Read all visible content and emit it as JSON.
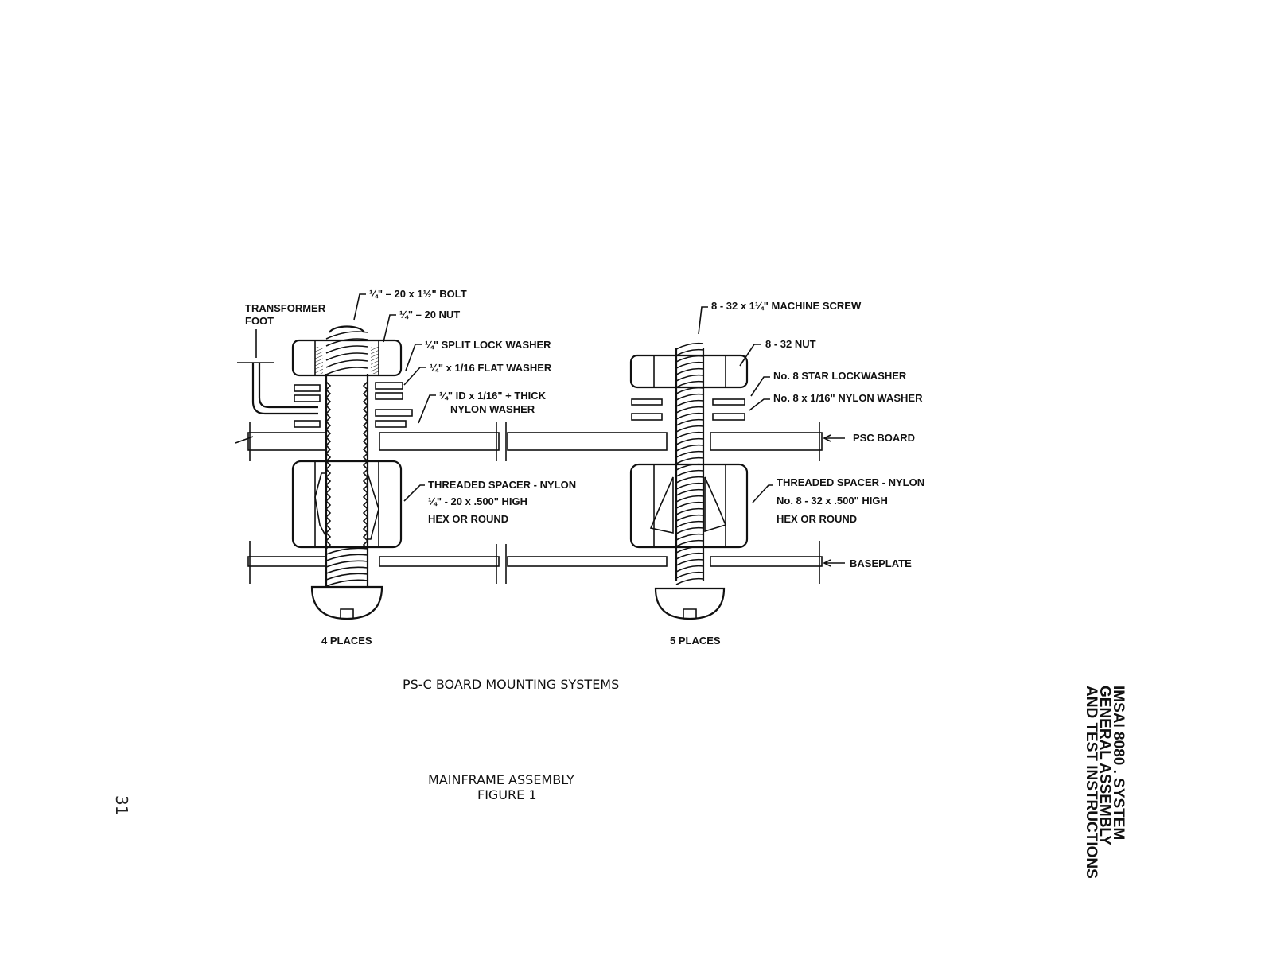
{
  "left_assembly": {
    "labels": {
      "transformer_foot": [
        "TRANSFORMER",
        "FOOT"
      ],
      "bolt": "¼\" – 20 x 1½\" BOLT",
      "nut": "¼\" – 20 NUT",
      "split_lock_washer": "¼\" SPLIT LOCK WASHER",
      "flat_washer": "¼\" x 1/16 FLAT WASHER",
      "nylon_washer": [
        "¼\" ID x 1/16\" + THICK",
        "NYLON WASHER"
      ],
      "spacer": [
        "THREADED SPACER - NYLON",
        "¼\" - 20 x .500\" HIGH",
        "HEX OR ROUND"
      ],
      "places": "4 PLACES"
    }
  },
  "right_assembly": {
    "labels": {
      "machine_screw": "8 - 32 x 1¼\" MACHINE SCREW",
      "nut": "8 - 32 NUT",
      "star_lockwasher": "No. 8 STAR LOCKWASHER",
      "nylon_washer": "No. 8 x 1/16\" NYLON WASHER",
      "psc_board": "PSC BOARD",
      "spacer": [
        "THREADED SPACER - NYLON",
        "No. 8 - 32 x .500\" HIGH",
        "HEX OR ROUND"
      ],
      "baseplate": "BASEPLATE",
      "places": "5 PLACES"
    }
  },
  "captions": {
    "system_title": "PS-C BOARD MOUNTING SYSTEMS",
    "figure_title": "MAINFRAME ASSEMBLY",
    "figure_number": "FIGURE 1"
  },
  "page_number": "31",
  "side_header": [
    "IMSAI 8080 . SYSTEM",
    "GENERAL ASSEMBLY",
    "AND TEST INSTRUCTIONS"
  ]
}
